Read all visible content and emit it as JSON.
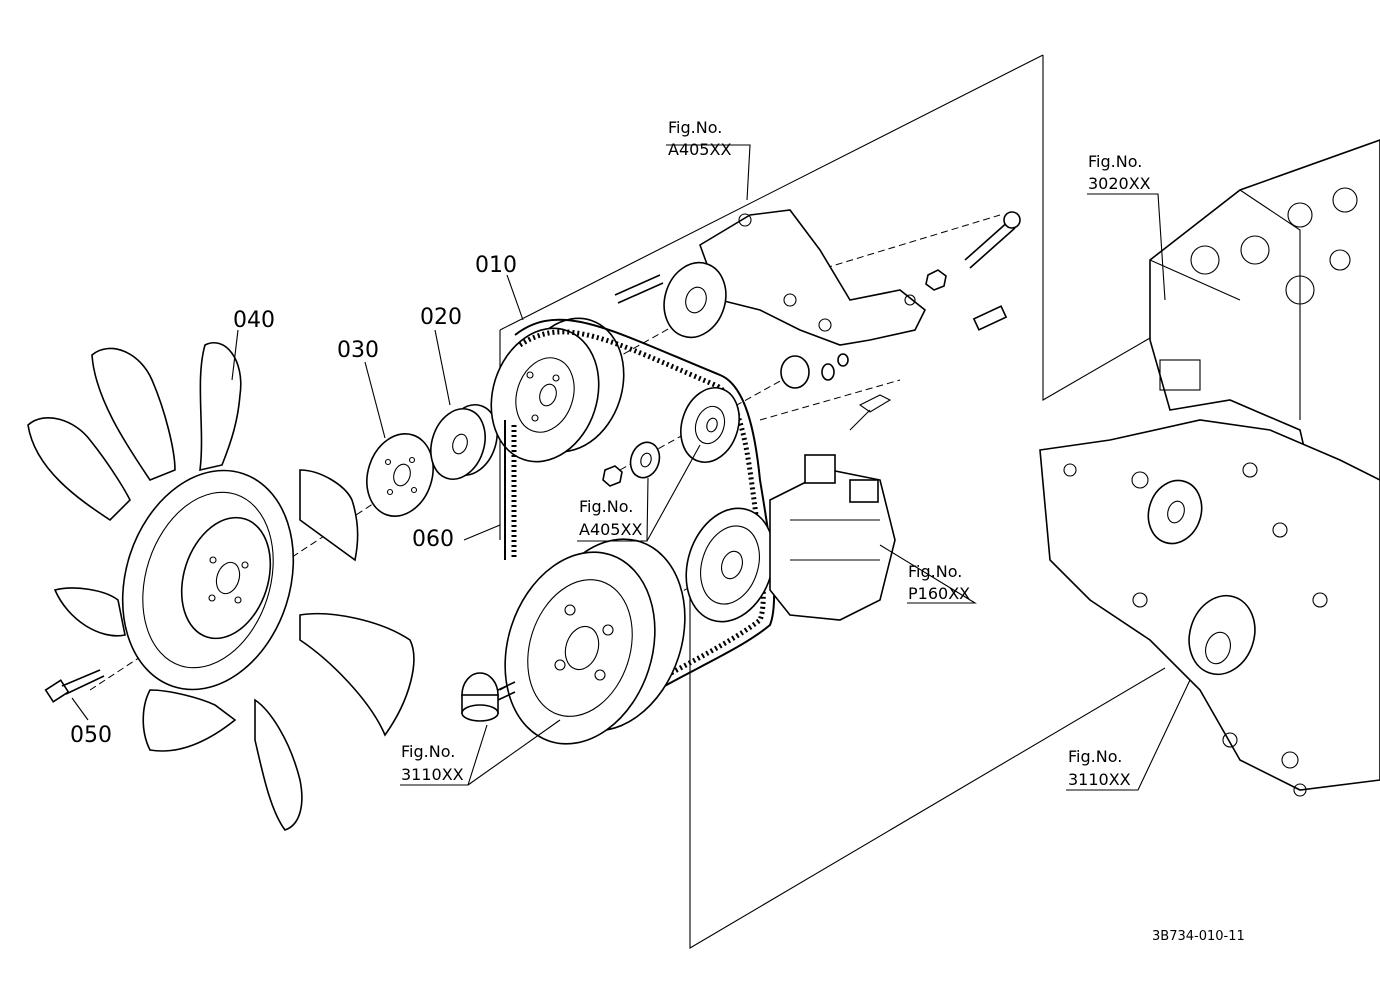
{
  "diagram": {
    "part_labels": {
      "p010": "010",
      "p020": "020",
      "p030": "030",
      "p040": "040",
      "p050": "050",
      "p060": "060"
    },
    "figure_refs": {
      "a405_top": {
        "line1": "Fig.No.",
        "line2": "A405XX"
      },
      "a405_mid": {
        "line1": "Fig.No.",
        "line2": "A405XX"
      },
      "f3020": {
        "line1": "Fig.No.",
        "line2": "3020XX"
      },
      "p160": {
        "line1": "Fig.No.",
        "line2": "P160XX"
      },
      "f3110_left": {
        "line1": "Fig.No.",
        "line2": "3110XX"
      },
      "f3110_right": {
        "line1": "Fig.No.",
        "line2": "3110XX"
      }
    },
    "drawing_code": "3B734-010-11"
  }
}
